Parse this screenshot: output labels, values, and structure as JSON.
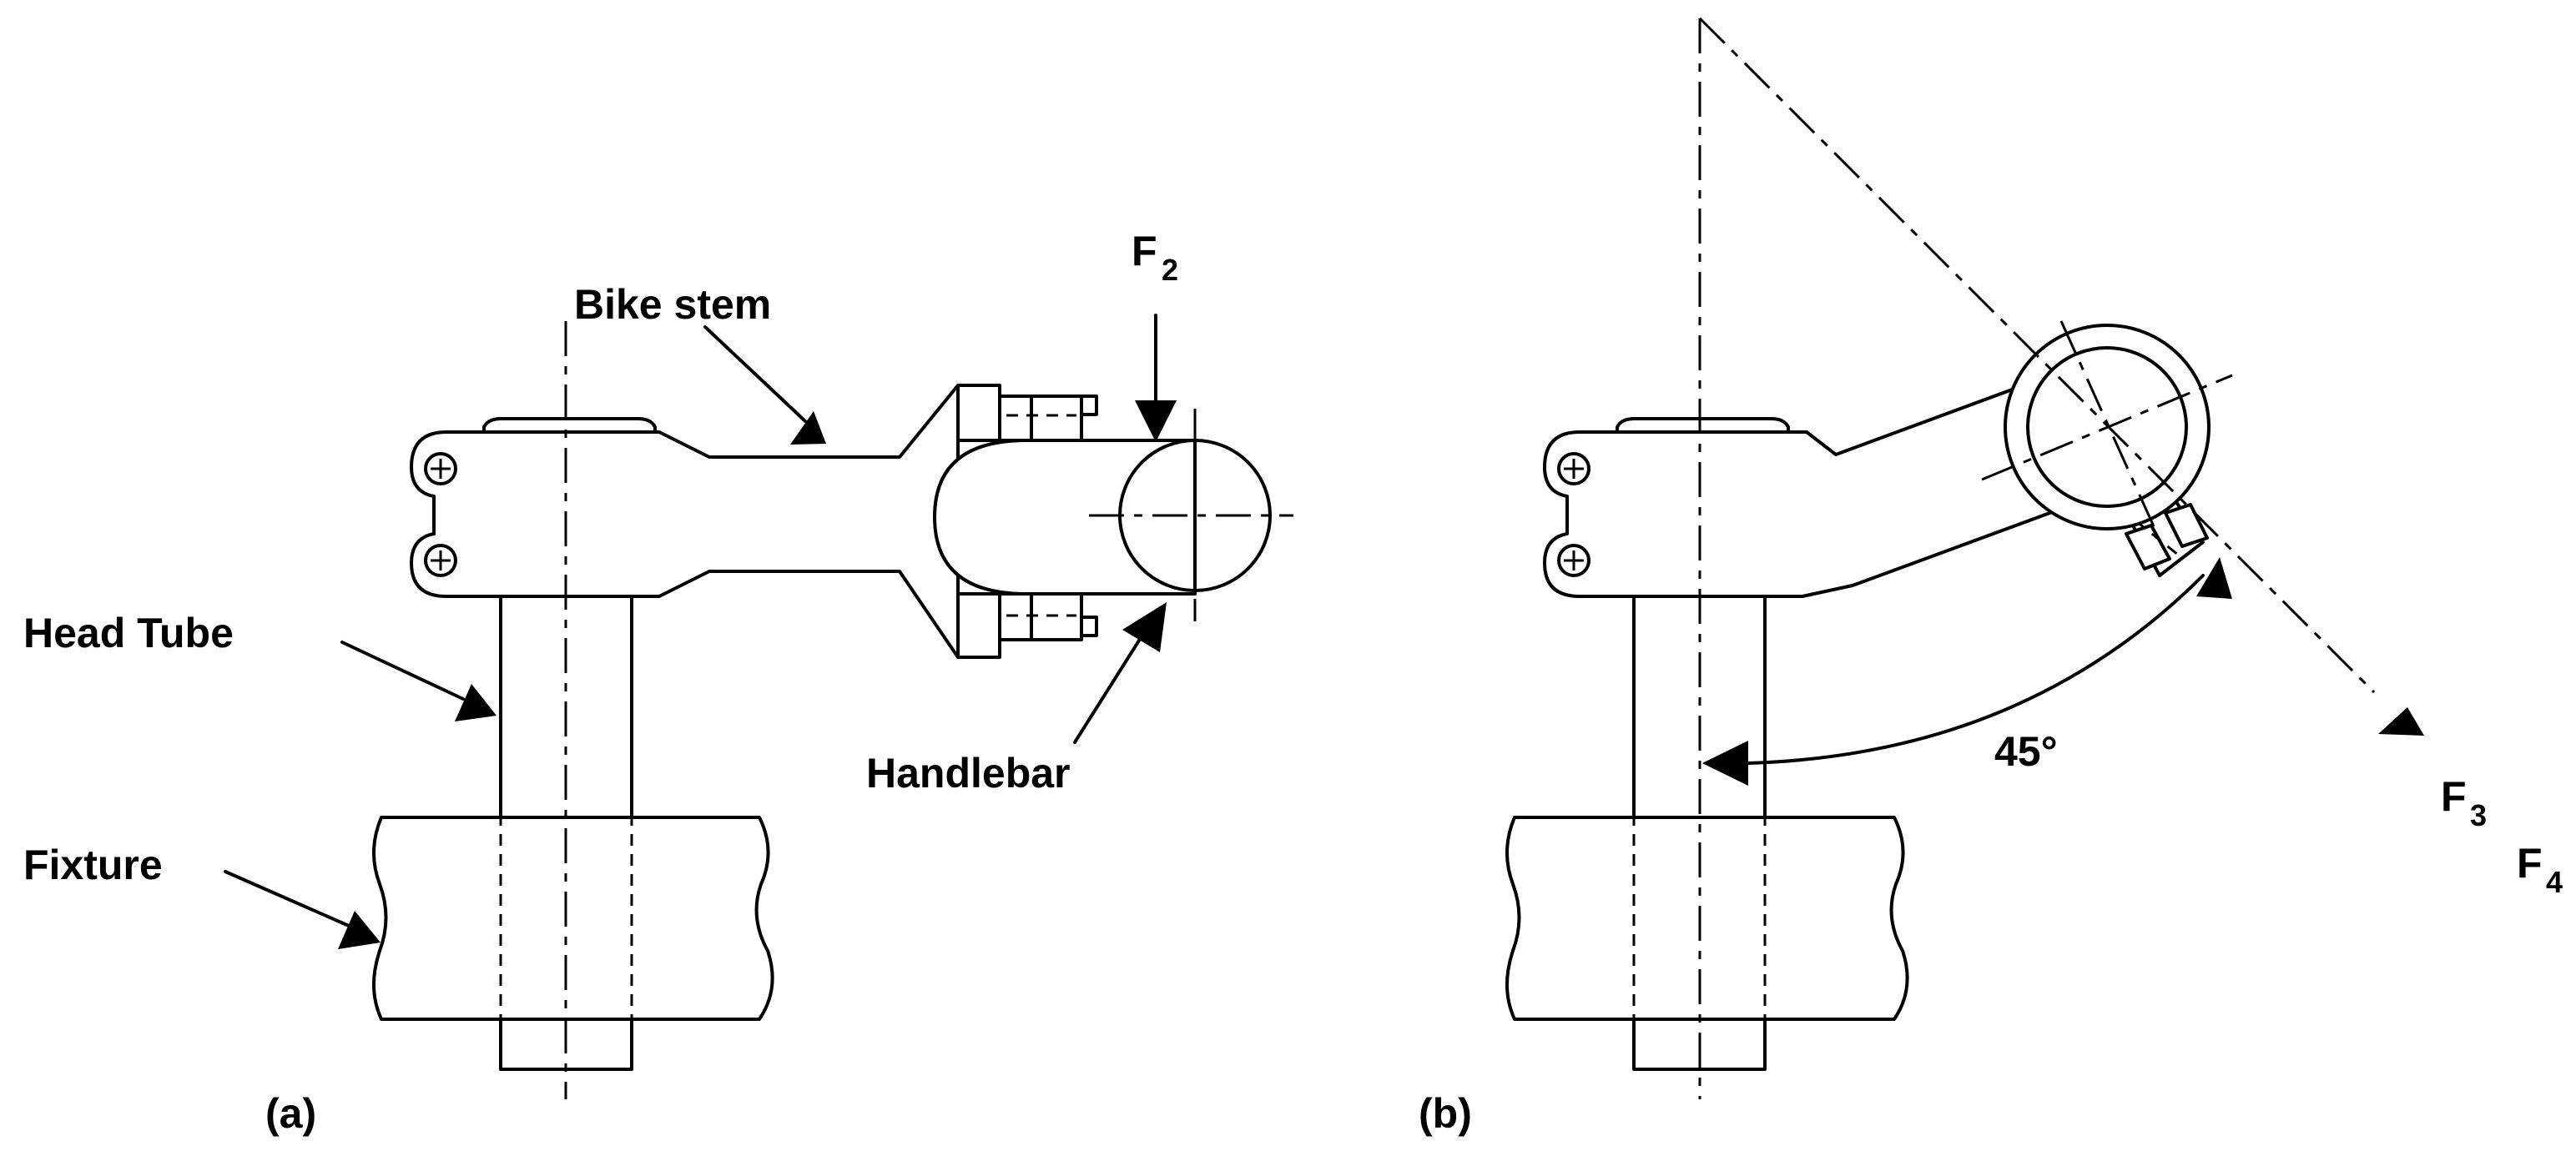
{
  "labels": {
    "bike_stem": "Bike stem",
    "head_tube": "Head Tube",
    "fixture": "Fixture",
    "handlebar": "Handlebar",
    "panel_a": "(a)",
    "panel_b": "(b)",
    "angle": "45°"
  },
  "forces": {
    "f2": {
      "letter": "F",
      "sub": "2"
    },
    "f3": {
      "letter": "F",
      "sub": "3"
    },
    "f4": {
      "letter": "F",
      "sub": "4"
    }
  }
}
